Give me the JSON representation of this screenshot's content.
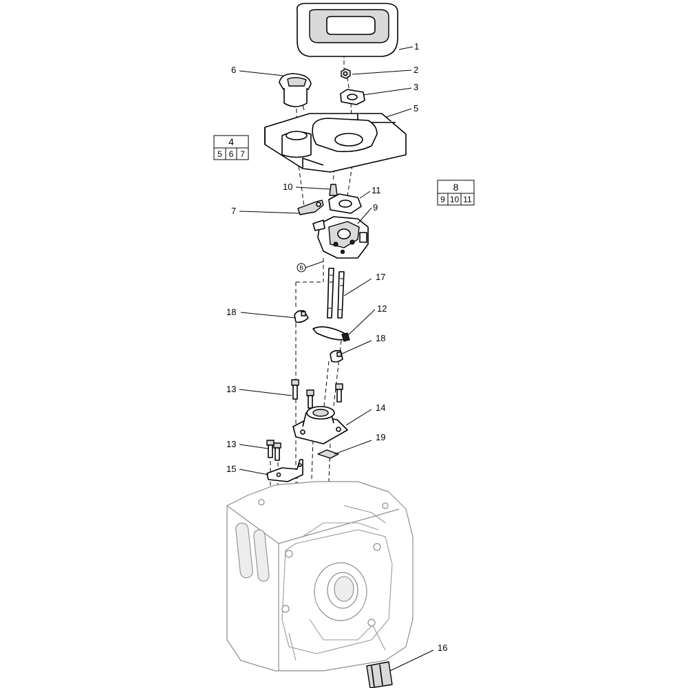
{
  "callouts": {
    "p1": "1",
    "p2": "2",
    "p3": "3",
    "p5": "5",
    "p6": "6",
    "p7": "7",
    "p9": "9",
    "p10": "10",
    "p11": "11",
    "p12": "12",
    "p13a": "13",
    "p13b": "13",
    "p14": "14",
    "p15": "15",
    "p16": "16",
    "p17": "17",
    "p18a": "18",
    "p18b": "18",
    "p19": "19"
  },
  "kits": {
    "kit4": {
      "title": "4",
      "cells": [
        "5",
        "6",
        "7"
      ]
    },
    "kit8": {
      "title": "8",
      "cells": [
        "9",
        "10",
        "11"
      ]
    }
  },
  "reference_marker": "B"
}
